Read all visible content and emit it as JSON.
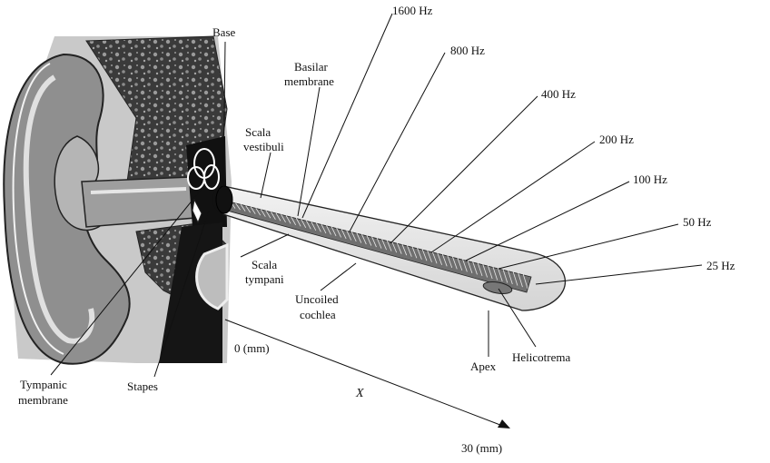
{
  "labels": {
    "base": "Base",
    "basilar_membrane_l1": "Basilar",
    "basilar_membrane_l2": "membrane",
    "scala_vestibuli_l1": "Scala",
    "scala_vestibuli_l2": "vestibuli",
    "scala_tympani_l1": "Scala",
    "scala_tympani_l2": "tympani",
    "uncoiled_cochlea_l1": "Uncoiled",
    "uncoiled_cochlea_l2": "cochlea",
    "tympanic_membrane_l1": "Tympanic",
    "tympanic_membrane_l2": "membrane",
    "stapes": "Stapes",
    "apex": "Apex",
    "helicotrema": "Helicotrema",
    "axis_start": "0 (mm)",
    "axis_end": "30 (mm)",
    "axis_var": "X"
  },
  "frequencies": [
    "1600 Hz",
    "800 Hz",
    "400 Hz",
    "200 Hz",
    "100 Hz",
    "50 Hz",
    "25 Hz"
  ]
}
